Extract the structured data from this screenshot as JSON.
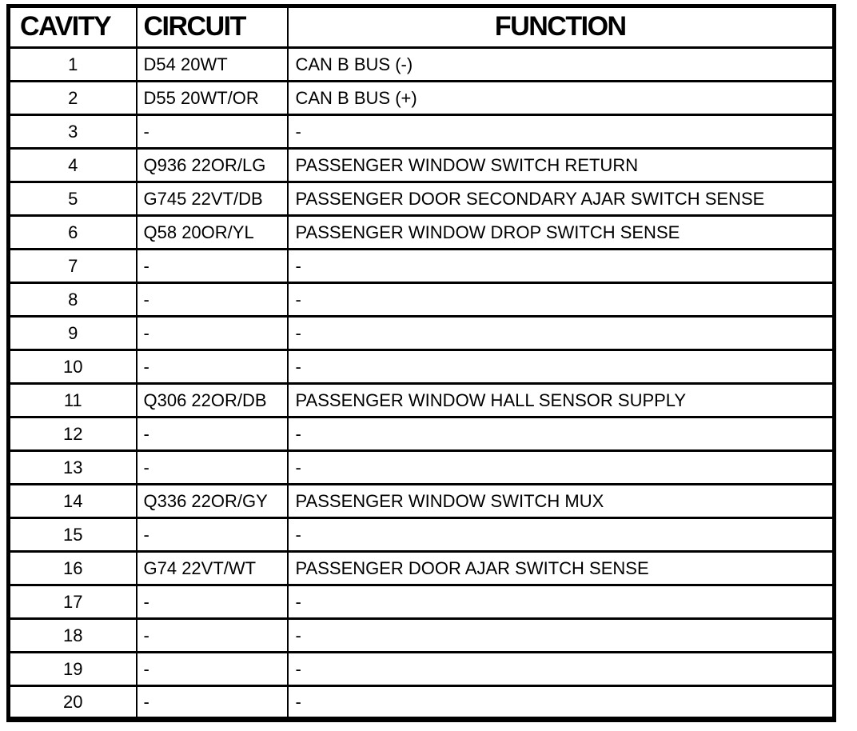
{
  "document": {
    "type": "connector-pinout-table",
    "colors": {
      "border": "#000000",
      "background": "#ffffff",
      "text": "#000000"
    }
  },
  "table": {
    "headers": {
      "cavity": "CAVITY",
      "circuit": "CIRCUIT",
      "function": "FUNCTION"
    },
    "rows": [
      {
        "cavity": "1",
        "circuit": "D54 20WT",
        "function": "CAN B BUS (-)"
      },
      {
        "cavity": "2",
        "circuit": "D55 20WT/OR",
        "function": "CAN B BUS (+)"
      },
      {
        "cavity": "3",
        "circuit": "-",
        "function": "-"
      },
      {
        "cavity": "4",
        "circuit": "Q936 22OR/LG",
        "function": "PASSENGER WINDOW SWITCH RETURN"
      },
      {
        "cavity": "5",
        "circuit": "G745 22VT/DB",
        "function": "PASSENGER DOOR SECONDARY AJAR SWITCH SENSE"
      },
      {
        "cavity": "6",
        "circuit": "Q58 20OR/YL",
        "function": "PASSENGER WINDOW DROP SWITCH SENSE"
      },
      {
        "cavity": "7",
        "circuit": "-",
        "function": "-"
      },
      {
        "cavity": "8",
        "circuit": "-",
        "function": "-"
      },
      {
        "cavity": "9",
        "circuit": "-",
        "function": "-"
      },
      {
        "cavity": "10",
        "circuit": "-",
        "function": "-"
      },
      {
        "cavity": "11",
        "circuit": "Q306 22OR/DB",
        "function": "PASSENGER WINDOW HALL SENSOR SUPPLY"
      },
      {
        "cavity": "12",
        "circuit": "-",
        "function": "-"
      },
      {
        "cavity": "13",
        "circuit": "-",
        "function": "-"
      },
      {
        "cavity": "14",
        "circuit": "Q336 22OR/GY",
        "function": "PASSENGER WINDOW SWITCH MUX"
      },
      {
        "cavity": "15",
        "circuit": "-",
        "function": "-"
      },
      {
        "cavity": "16",
        "circuit": "G74 22VT/WT",
        "function": "PASSENGER DOOR AJAR SWITCH SENSE"
      },
      {
        "cavity": "17",
        "circuit": "-",
        "function": "-"
      },
      {
        "cavity": "18",
        "circuit": "-",
        "function": "-"
      },
      {
        "cavity": "19",
        "circuit": "-",
        "function": "-"
      },
      {
        "cavity": "20",
        "circuit": "-",
        "function": "-"
      }
    ]
  }
}
